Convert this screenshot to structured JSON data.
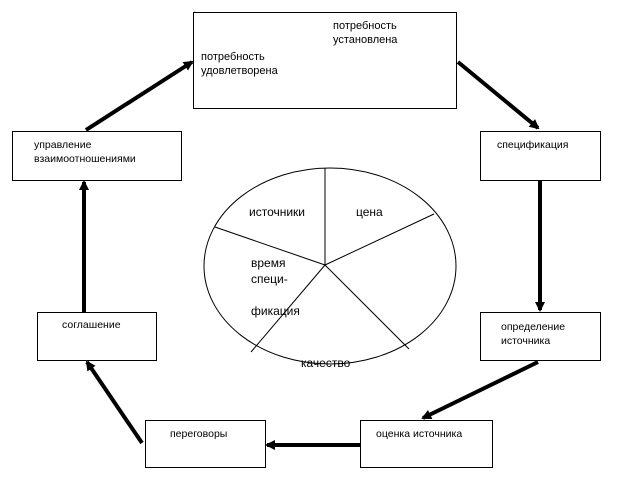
{
  "diagram": {
    "top_box": {
      "need_established": "потребность\nустановлена",
      "need_satisfied": "потребность\nудовлетворена"
    },
    "steps": {
      "specification": "спецификация",
      "source_definition": "определение\nисточника",
      "source_evaluation": "оценка источника",
      "negotiations": "переговоры",
      "agreement": "соглашение",
      "relationship_management": "управление\nвзаимоотношениями"
    },
    "pie": {
      "sources": "источники",
      "price": "цена",
      "time_spec": "время\nспеци-\n\nфикация",
      "quality": "качество"
    }
  }
}
